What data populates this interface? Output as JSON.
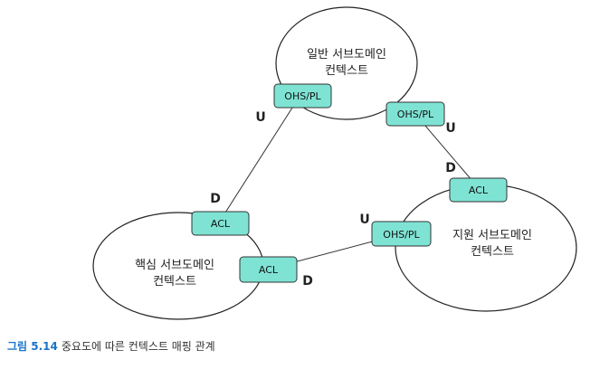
{
  "contexts": {
    "general": {
      "line1": "일반 서브도메인",
      "line2": "컨텍스트"
    },
    "support": {
      "line1": "지원 서브도메인",
      "line2": "컨텍스트"
    },
    "core": {
      "line1": "핵심 서브도메인",
      "line2": "컨텍스트"
    }
  },
  "tags": {
    "general_left": "OHS/PL",
    "general_right": "OHS/PL",
    "support_top": "ACL",
    "support_left": "OHS/PL",
    "core_top": "ACL",
    "core_right": "ACL"
  },
  "markers": {
    "general_left": "U",
    "general_right": "U",
    "support_top": "D",
    "support_left": "U",
    "core_top": "D",
    "core_right": "D"
  },
  "caption": {
    "figure": "그림 5.14",
    "text": "중요도에 따른 컨텍스트 매핑 관계"
  },
  "colors": {
    "tag_fill": "#7fe3d4",
    "caption_accent": "#1a73c8"
  }
}
